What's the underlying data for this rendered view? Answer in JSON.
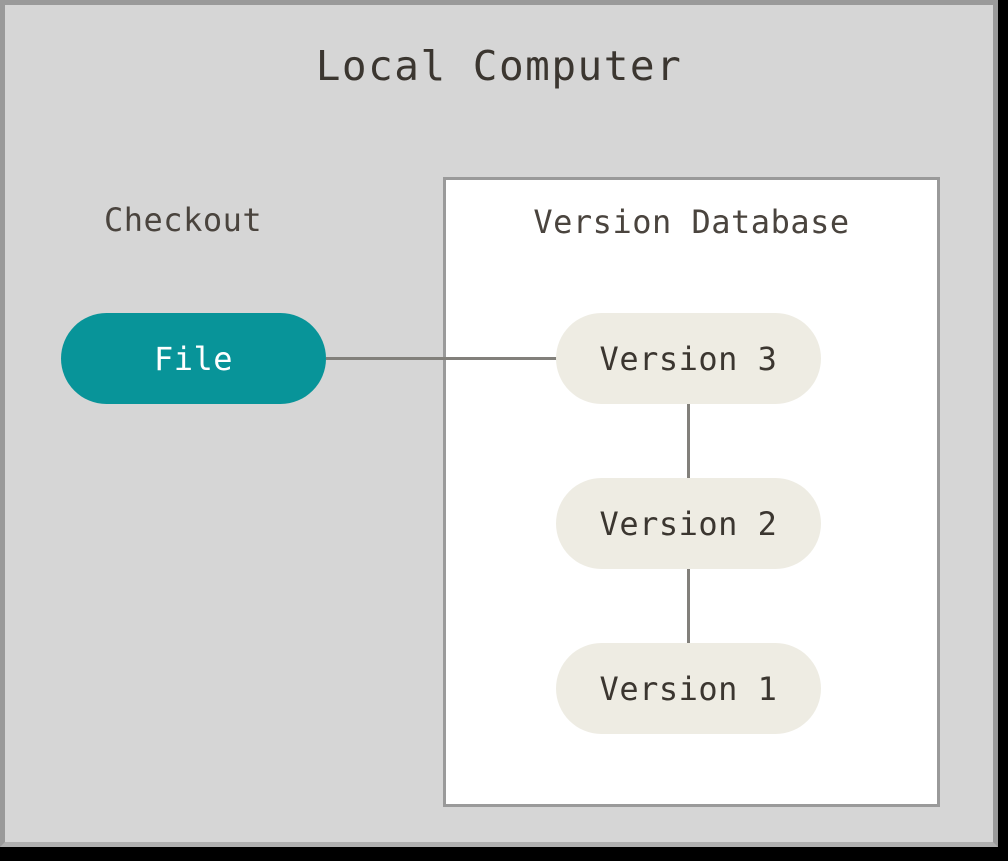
{
  "diagram": {
    "type": "git-local-workflow",
    "title": "Local Computer",
    "checkout_label": "Checkout",
    "version_database_label": "Version Database",
    "nodes": {
      "file": {
        "label": "File",
        "fill": "#089499",
        "text_color": "#ffffff"
      },
      "versions": [
        {
          "label": "Version 3",
          "fill": "#eeece3",
          "text_color": "#3b3630"
        },
        {
          "label": "Version 2",
          "fill": "#eeece3",
          "text_color": "#3b3630"
        },
        {
          "label": "Version 1",
          "fill": "#eeece3",
          "text_color": "#3b3630"
        }
      ]
    },
    "colors": {
      "canvas_background": "#d6d6d6",
      "canvas_border": "#9a9a9a",
      "panel_background": "#ffffff",
      "panel_border": "#9a9a9a",
      "connector": "#82807b",
      "title_text": "#3b3630",
      "label_text": "#4a443e",
      "outer_frame": "#000000"
    },
    "edges": [
      {
        "from": "File",
        "to": "Version 3",
        "orientation": "horizontal"
      },
      {
        "from": "Version 3",
        "to": "Version 2",
        "orientation": "vertical"
      },
      {
        "from": "Version 2",
        "to": "Version 1",
        "orientation": "vertical"
      }
    ]
  }
}
